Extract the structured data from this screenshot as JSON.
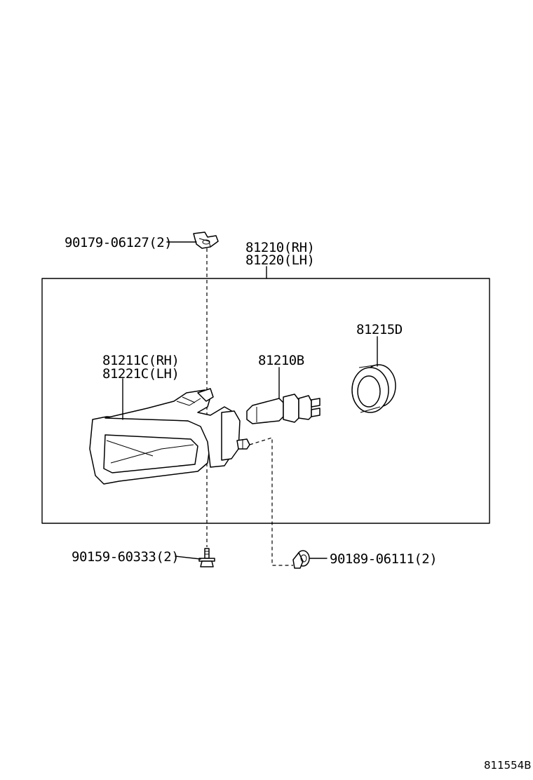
{
  "labels": {
    "clip_nut": "90179-06127(2)",
    "unit_rh": "81210(RH)",
    "unit_lh": "81220(LH)",
    "lens_rh": "81211C(RH)",
    "lens_lh": "81221C(LH)",
    "bulb": "81210B",
    "bulb_cover": "81215D",
    "screw": "90159-60333(2)",
    "clip": "90189-06111(2)"
  },
  "figure_code": "811554B"
}
